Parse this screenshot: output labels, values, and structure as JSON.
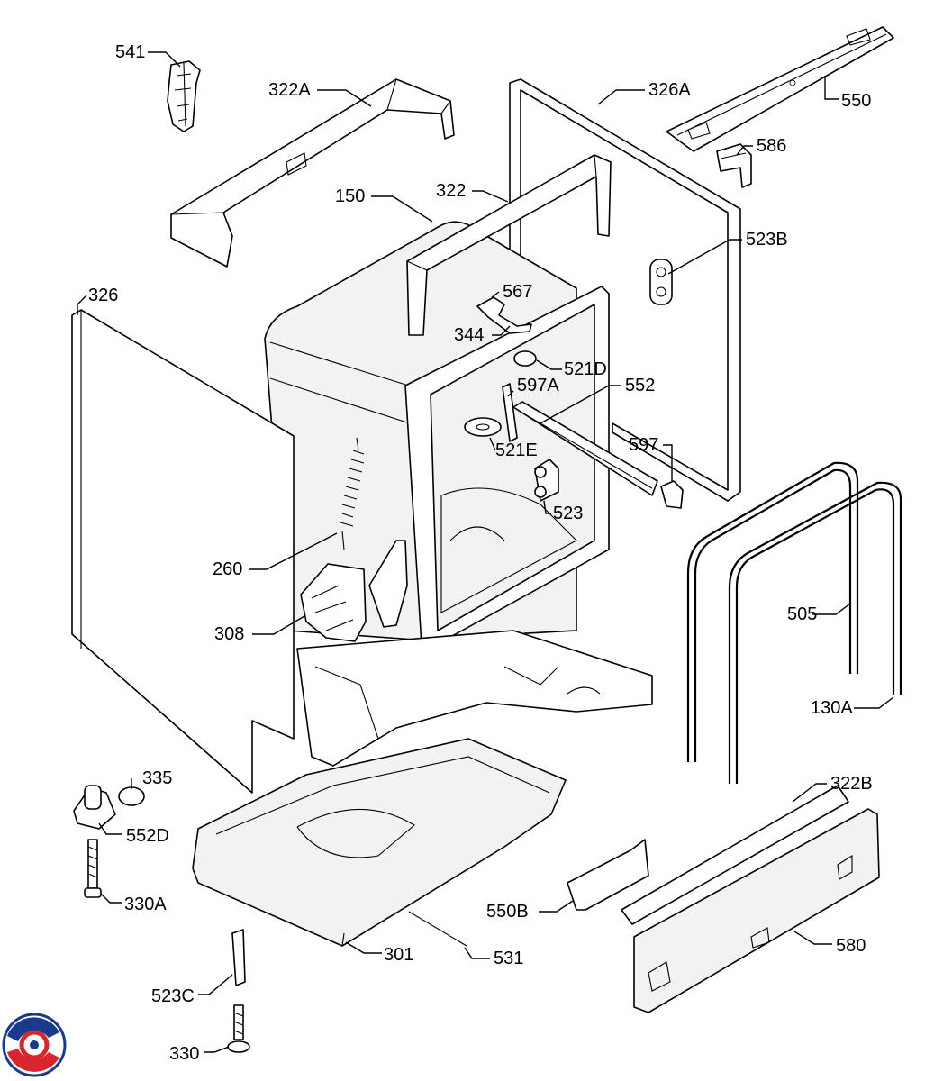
{
  "diagram": {
    "labels": [
      {
        "id": "541",
        "text": "541"
      },
      {
        "id": "322A",
        "text": "322A"
      },
      {
        "id": "326A",
        "text": "326A"
      },
      {
        "id": "550",
        "text": "550"
      },
      {
        "id": "586",
        "text": "586"
      },
      {
        "id": "150",
        "text": "150"
      },
      {
        "id": "322",
        "text": "322"
      },
      {
        "id": "523B",
        "text": "523B"
      },
      {
        "id": "326",
        "text": "326"
      },
      {
        "id": "567",
        "text": "567"
      },
      {
        "id": "344",
        "text": "344"
      },
      {
        "id": "521D",
        "text": "521D"
      },
      {
        "id": "597A",
        "text": "597A"
      },
      {
        "id": "552",
        "text": "552"
      },
      {
        "id": "521E",
        "text": "521E"
      },
      {
        "id": "597",
        "text": "597"
      },
      {
        "id": "523",
        "text": "523"
      },
      {
        "id": "260",
        "text": "260"
      },
      {
        "id": "505",
        "text": "505"
      },
      {
        "id": "308",
        "text": "308"
      },
      {
        "id": "130A",
        "text": "130A"
      },
      {
        "id": "335",
        "text": "335"
      },
      {
        "id": "322B",
        "text": "322B"
      },
      {
        "id": "552D",
        "text": "552D"
      },
      {
        "id": "330A",
        "text": "330A"
      },
      {
        "id": "550B",
        "text": "550B"
      },
      {
        "id": "580",
        "text": "580"
      },
      {
        "id": "301",
        "text": "301"
      },
      {
        "id": "531",
        "text": "531"
      },
      {
        "id": "523C",
        "text": "523C"
      },
      {
        "id": "330",
        "text": "330"
      }
    ]
  },
  "logo": {
    "icon": "brand-logo-icon",
    "colors": [
      "#1a3a8c",
      "#d7262e"
    ]
  }
}
